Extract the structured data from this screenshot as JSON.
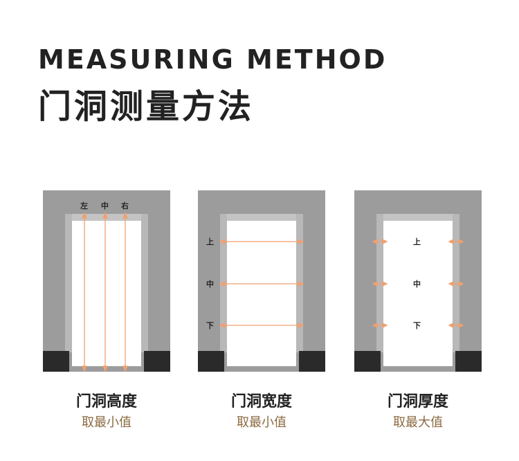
{
  "header": {
    "title_en": "MEASURING METHOD",
    "title_cn": "门洞测量方法"
  },
  "colors": {
    "frame": "#9c9c9c",
    "frame_light": "#b5b5b5",
    "base": "#2a2a2a",
    "measure_line": "#f0a070",
    "sub_caption": "#8a6a40"
  },
  "panels": [
    {
      "caption": "门洞高度",
      "subcaption": "取最小值",
      "labels": [
        "左",
        "中",
        "右"
      ]
    },
    {
      "caption": "门洞宽度",
      "subcaption": "取最小值",
      "labels": [
        "上",
        "中",
        "下"
      ]
    },
    {
      "caption": "门洞厚度",
      "subcaption": "取最大值",
      "labels": [
        "上",
        "中",
        "下"
      ]
    }
  ]
}
